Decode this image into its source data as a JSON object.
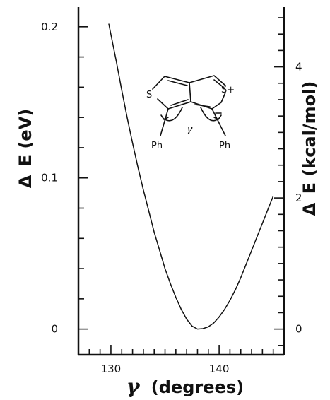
{
  "chart_data": {
    "type": "line",
    "xlabel_symbol": "γ",
    "xlabel_units": "(degrees)",
    "ylabel_left_delta": "Δ",
    "ylabel_left_rest": "E (eV)",
    "ylabel_right_delta": "Δ",
    "ylabel_right_rest": "E (kcal/mol)",
    "xlim": [
      127,
      146
    ],
    "ylim": [
      -0.017,
      0.213
    ],
    "x_ticks": [
      130,
      140
    ],
    "x_tick_labels": [
      "130",
      "140"
    ],
    "y_ticks_left": [
      0,
      0.1,
      0.2
    ],
    "y_tick_labels_left": [
      "0",
      "0.1",
      "0.2"
    ],
    "y_ticks_right": [
      0,
      2,
      4
    ],
    "y_tick_labels_right": [
      "0",
      "2",
      "4"
    ],
    "series": [
      {
        "x": [
          129.8,
          130.5,
          131.0,
          131.5,
          132.0,
          132.5,
          133.0,
          133.5,
          134.0,
          134.5,
          135.0,
          135.5,
          136.0,
          136.5,
          137.0,
          137.5,
          138.0,
          138.5,
          139.0,
          139.5,
          140.0,
          140.5,
          141.0,
          141.5,
          142.0,
          142.5,
          143.0,
          143.5,
          144.0,
          144.5,
          145.0
        ],
        "y": [
          0.202,
          0.177,
          0.158,
          0.14,
          0.123,
          0.107,
          0.092,
          0.078,
          0.064,
          0.052,
          0.04,
          0.03,
          0.021,
          0.013,
          0.0065,
          0.002,
          0.0,
          0.0003,
          0.0015,
          0.004,
          0.008,
          0.013,
          0.019,
          0.026,
          0.034,
          0.043,
          0.052,
          0.061,
          0.07,
          0.079,
          0.088
        ]
      }
    ],
    "inset": {
      "atoms": [
        "S",
        "S+",
        "Ph",
        "Ph"
      ],
      "angle_symbol": "γ",
      "charge": "−"
    }
  }
}
